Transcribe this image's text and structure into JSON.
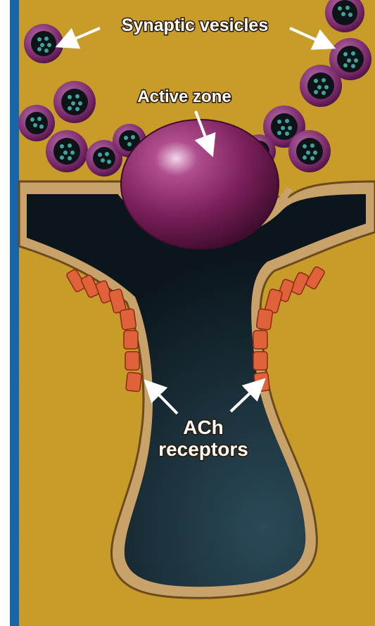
{
  "labels": {
    "synaptic_vesicles": "Synaptic vesicles",
    "active_zone": "Active zone",
    "ach_line1": "ACh",
    "ach_line2": "receptors"
  },
  "colors": {
    "left_bar": "#1565a8",
    "cytoplasm": "#c99820",
    "cleft": "#0e1a22",
    "membrane": "#c9a26a",
    "vesicle": "#7a2a6a",
    "vesicle_core": "#0d1418",
    "ach_dot": "#3fa59a",
    "receptor": "#e0623a",
    "active_zone": "#7a1f5a"
  }
}
